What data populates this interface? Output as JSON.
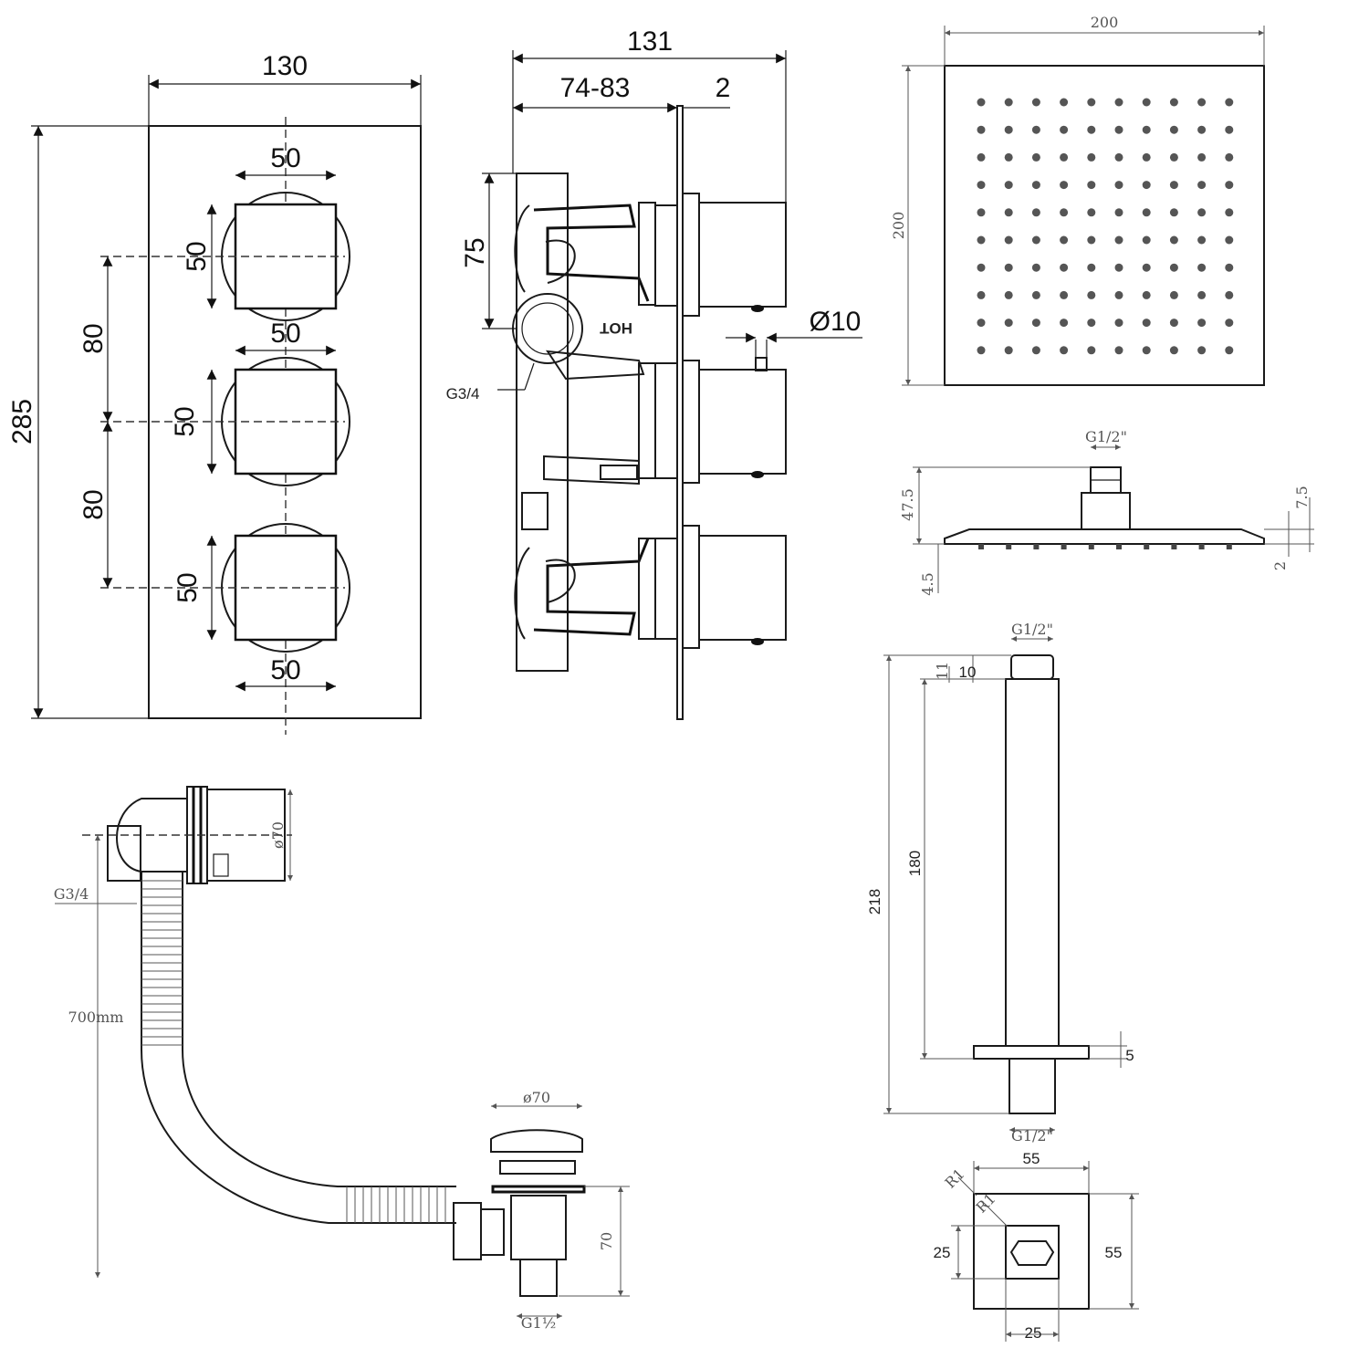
{
  "valve_front": {
    "width": "130",
    "height": "285",
    "knob_width_top": "50",
    "knob_width_middle": "50",
    "knob_width_bottom": "50",
    "knob_height_top": "50",
    "knob_height_middle": "50",
    "knob_height_bottom": "50",
    "spacing_upper": "80",
    "spacing_lower": "80"
  },
  "valve_side": {
    "total_depth": "131",
    "body_depth": "74-83",
    "plate": "2",
    "inlet_height": "75",
    "pin_diameter": "Ø10",
    "inlet_thread": "G3/4",
    "hot_label": "HOT"
  },
  "shower_head_top": {
    "width": "200",
    "height": "200",
    "nozzle_rows": 10,
    "nozzle_cols": 10
  },
  "shower_head_side": {
    "thread": "G1/2\"",
    "total_height": "47.5",
    "plate_thickness": "7.5",
    "lip": "2",
    "nozzle_height": "4.5"
  },
  "ceiling_arm": {
    "thread_top": "G1/2\"",
    "thread_bottom": "G1/2\"",
    "nut_a": "11",
    "nut_b": "10",
    "total_length": "218",
    "pipe_length": "180",
    "flange": "5"
  },
  "arm_flange": {
    "outer_width": "55",
    "outer_height": "55",
    "inner_width": "25",
    "inner_height": "25",
    "radius_outer": "R1",
    "radius_inner": "R1"
  },
  "bath_waste": {
    "overflow_diameter": "ø70",
    "inlet_thread": "G3/4",
    "hose_length": "700mm",
    "plug_diameter": "ø70",
    "waste_height": "70",
    "outlet_thread": "G1½"
  }
}
